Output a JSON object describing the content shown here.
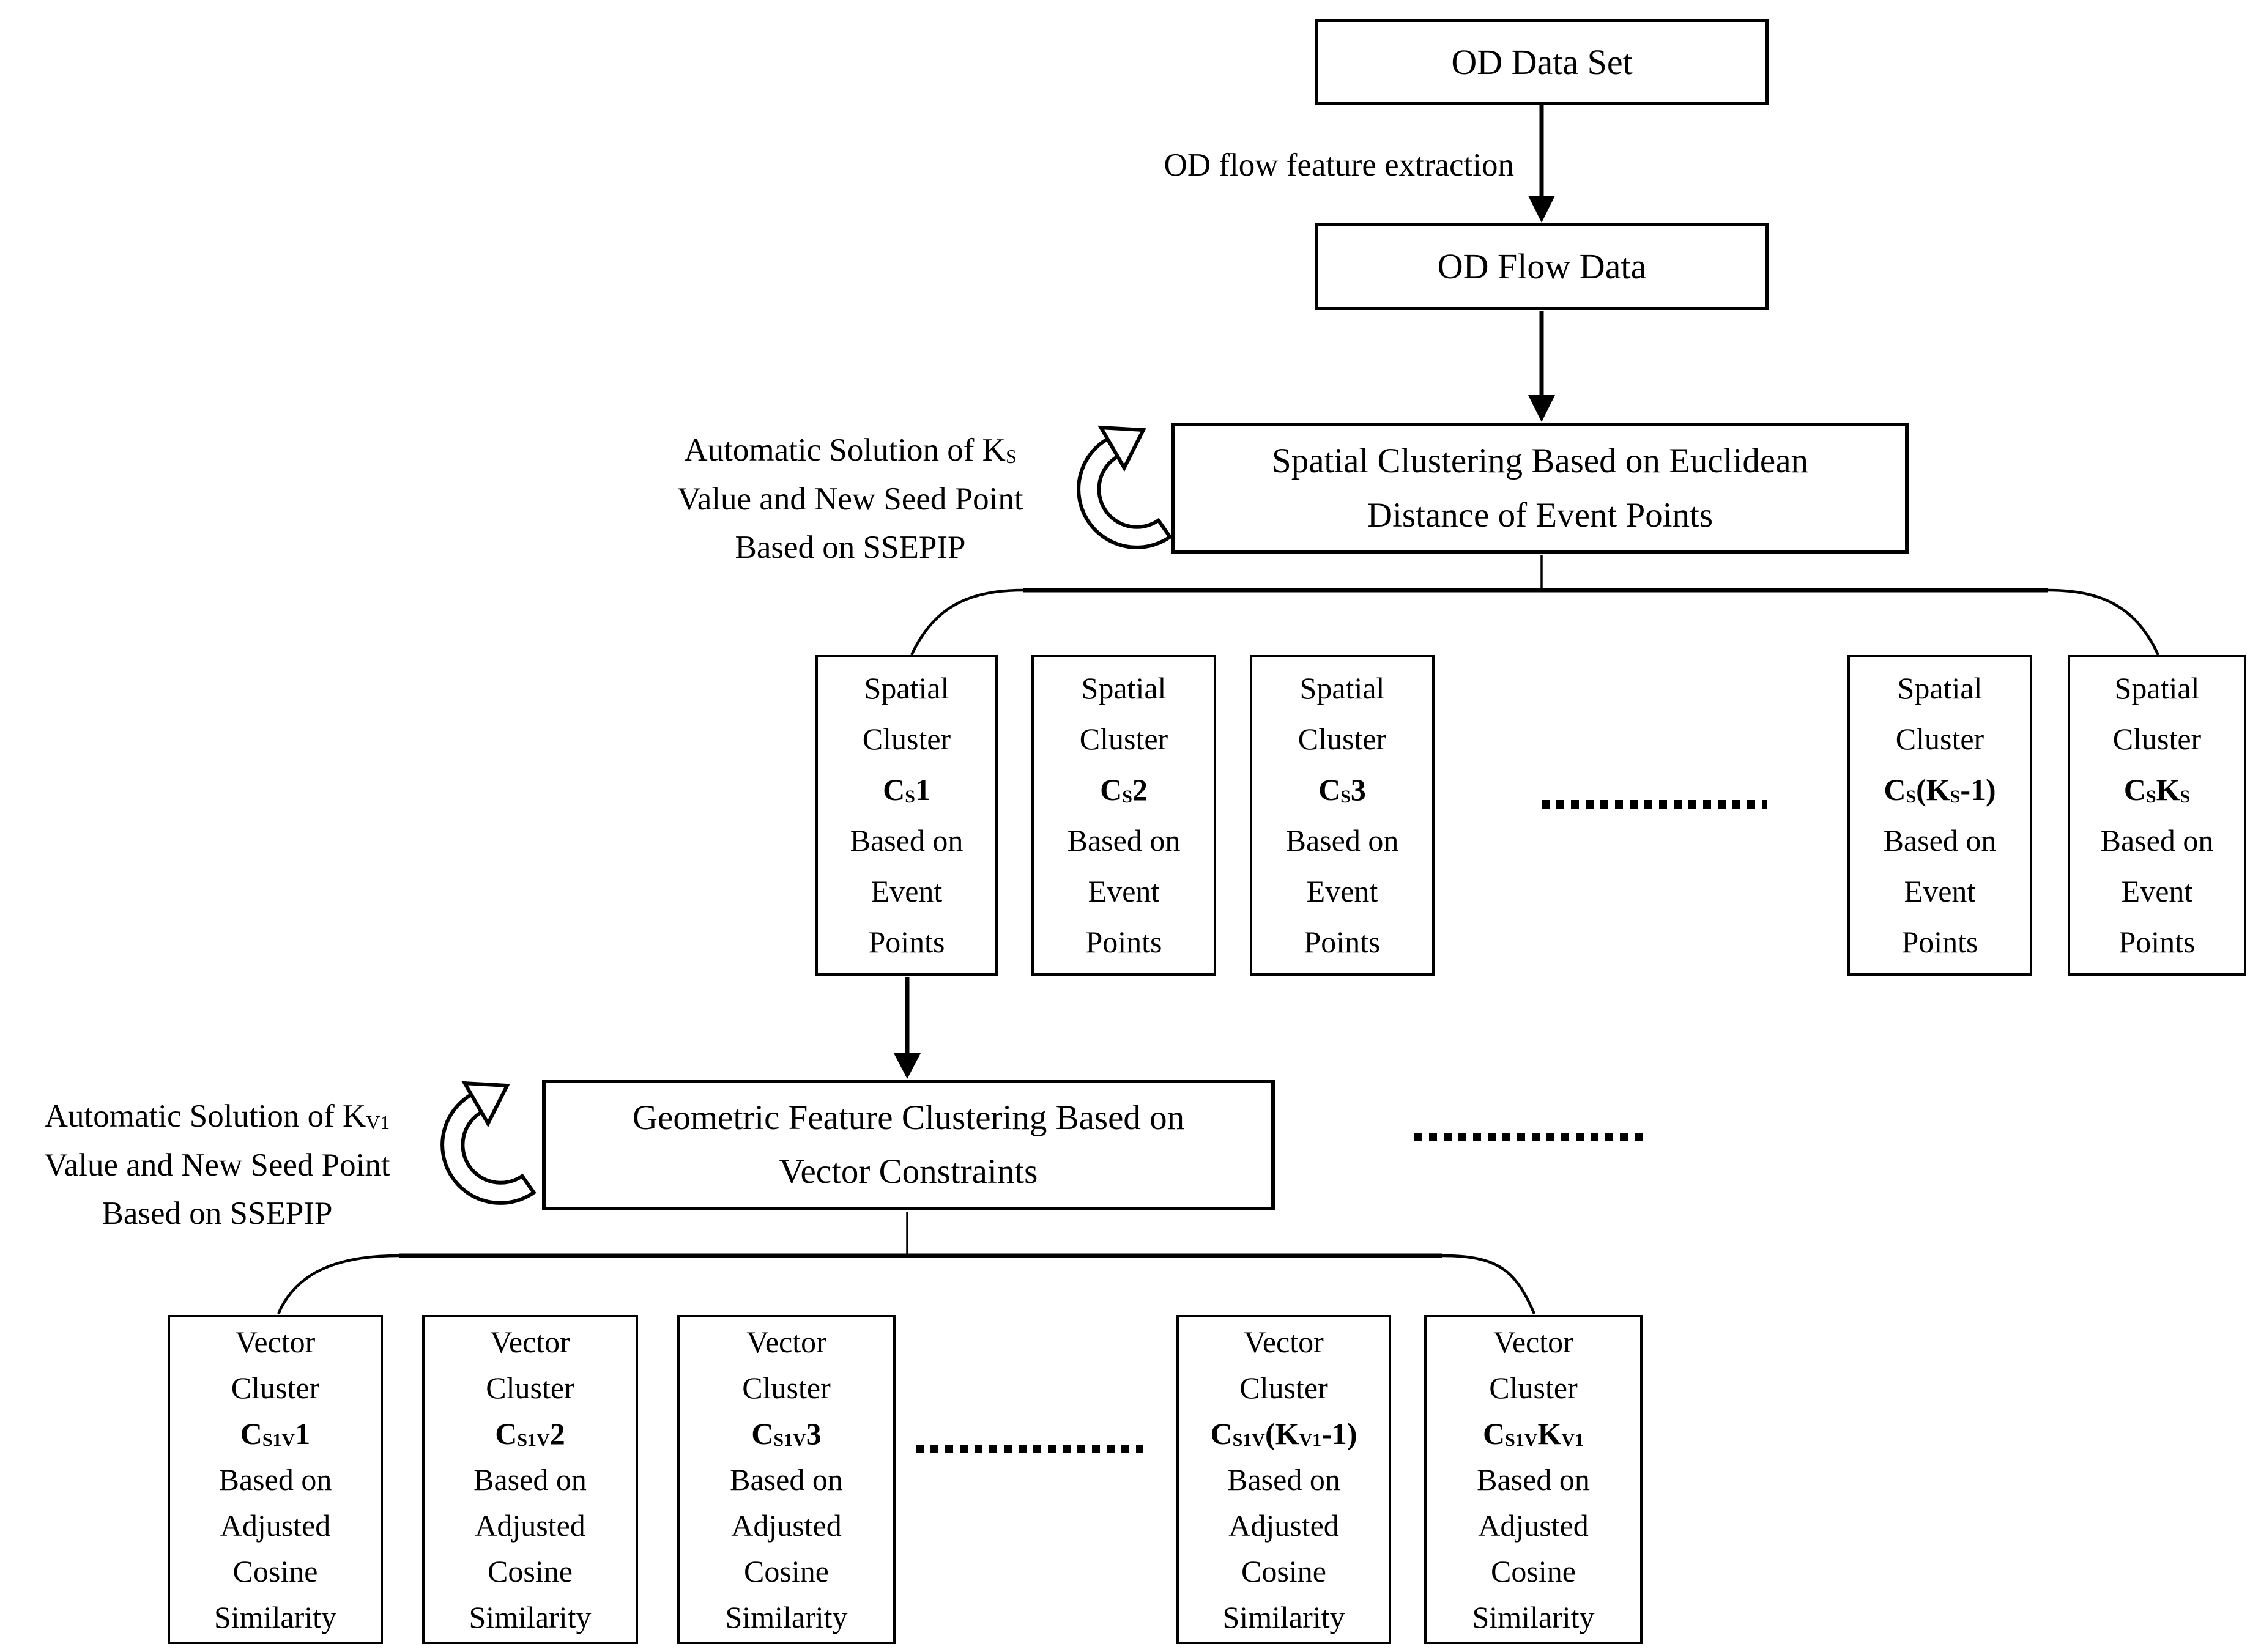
{
  "top_flow": {
    "od_data_set": "OD Data Set",
    "edge_label": "OD flow feature extraction",
    "od_flow_data": "OD Flow Data"
  },
  "spatial_stage": {
    "box": "Spatial Clustering Based on Euclidean\nDistance of Event Points",
    "annotation": [
      [
        {
          "t": "Automatic Solution of K"
        },
        {
          "t": "S",
          "sub": true
        }
      ],
      [
        {
          "t": "Value and New Seed Point"
        }
      ],
      [
        {
          "t": "Based on SSEPIP"
        }
      ]
    ]
  },
  "vector_stage": {
    "box": "Geometric Feature Clustering Based on\nVector Constraints",
    "annotation": [
      [
        {
          "t": "Automatic Solution of K"
        },
        {
          "t": "V1",
          "sub": true
        }
      ],
      [
        {
          "t": "Value and New Seed Point"
        }
      ],
      [
        {
          "t": "Based on SSEPIP"
        }
      ]
    ]
  },
  "spatial_clusters": [
    {
      "lines": [
        [
          {
            "t": "Spatial"
          }
        ],
        [
          {
            "t": "Cluster"
          }
        ],
        [
          {
            "t": "C",
            "b": true
          },
          {
            "t": "S",
            "sub": true,
            "b": true
          },
          {
            "t": "1",
            "b": true
          }
        ],
        [
          {
            "t": "Based on"
          }
        ],
        [
          {
            "t": "Event"
          }
        ],
        [
          {
            "t": "Points"
          }
        ]
      ]
    },
    {
      "lines": [
        [
          {
            "t": "Spatial"
          }
        ],
        [
          {
            "t": "Cluster"
          }
        ],
        [
          {
            "t": "C",
            "b": true
          },
          {
            "t": "S",
            "sub": true,
            "b": true
          },
          {
            "t": "2",
            "b": true
          }
        ],
        [
          {
            "t": "Based on"
          }
        ],
        [
          {
            "t": "Event"
          }
        ],
        [
          {
            "t": "Points"
          }
        ]
      ]
    },
    {
      "lines": [
        [
          {
            "t": "Spatial"
          }
        ],
        [
          {
            "t": "Cluster"
          }
        ],
        [
          {
            "t": "C",
            "b": true
          },
          {
            "t": "S",
            "sub": true,
            "b": true
          },
          {
            "t": "3",
            "b": true
          }
        ],
        [
          {
            "t": "Based on"
          }
        ],
        [
          {
            "t": "Event"
          }
        ],
        [
          {
            "t": "Points"
          }
        ]
      ]
    },
    {
      "lines": [
        [
          {
            "t": "Spatial"
          }
        ],
        [
          {
            "t": "Cluster"
          }
        ],
        [
          {
            "t": "C",
            "b": true
          },
          {
            "t": "S",
            "sub": true,
            "b": true
          },
          {
            "t": "(K",
            "b": true
          },
          {
            "t": "S",
            "sub": true,
            "b": true
          },
          {
            "t": "-1)",
            "b": true
          }
        ],
        [
          {
            "t": "Based on"
          }
        ],
        [
          {
            "t": "Event"
          }
        ],
        [
          {
            "t": "Points"
          }
        ]
      ]
    },
    {
      "lines": [
        [
          {
            "t": "Spatial"
          }
        ],
        [
          {
            "t": "Cluster"
          }
        ],
        [
          {
            "t": "C",
            "b": true
          },
          {
            "t": "S",
            "sub": true,
            "b": true
          },
          {
            "t": "K",
            "b": true
          },
          {
            "t": "S",
            "sub": true,
            "b": true
          }
        ],
        [
          {
            "t": "Based on"
          }
        ],
        [
          {
            "t": "Event"
          }
        ],
        [
          {
            "t": "Points"
          }
        ]
      ]
    }
  ],
  "vector_clusters": [
    {
      "lines": [
        [
          {
            "t": "Vector"
          }
        ],
        [
          {
            "t": "Cluster"
          }
        ],
        [
          {
            "t": "C",
            "b": true
          },
          {
            "t": "S1V",
            "sub": true,
            "b": true
          },
          {
            "t": "1",
            "b": true
          }
        ],
        [
          {
            "t": "Based on"
          }
        ],
        [
          {
            "t": "Adjusted"
          }
        ],
        [
          {
            "t": "Cosine"
          }
        ],
        [
          {
            "t": "Similarity"
          }
        ]
      ]
    },
    {
      "lines": [
        [
          {
            "t": "Vector"
          }
        ],
        [
          {
            "t": "Cluster"
          }
        ],
        [
          {
            "t": "C",
            "b": true
          },
          {
            "t": "S1V",
            "sub": true,
            "b": true
          },
          {
            "t": "2",
            "b": true
          }
        ],
        [
          {
            "t": "Based on"
          }
        ],
        [
          {
            "t": "Adjusted"
          }
        ],
        [
          {
            "t": "Cosine"
          }
        ],
        [
          {
            "t": "Similarity"
          }
        ]
      ]
    },
    {
      "lines": [
        [
          {
            "t": "Vector"
          }
        ],
        [
          {
            "t": "Cluster"
          }
        ],
        [
          {
            "t": "C",
            "b": true
          },
          {
            "t": "S1V",
            "sub": true,
            "b": true
          },
          {
            "t": "3",
            "b": true
          }
        ],
        [
          {
            "t": "Based on"
          }
        ],
        [
          {
            "t": "Adjusted"
          }
        ],
        [
          {
            "t": "Cosine"
          }
        ],
        [
          {
            "t": "Similarity"
          }
        ]
      ]
    },
    {
      "lines": [
        [
          {
            "t": "Vector"
          }
        ],
        [
          {
            "t": "Cluster"
          }
        ],
        [
          {
            "t": "C",
            "b": true
          },
          {
            "t": "S1V",
            "sub": true,
            "b": true
          },
          {
            "t": "(K",
            "b": true
          },
          {
            "t": "V1",
            "sub": true,
            "b": true
          },
          {
            "t": "-1)",
            "b": true
          }
        ],
        [
          {
            "t": "Based on"
          }
        ],
        [
          {
            "t": "Adjusted"
          }
        ],
        [
          {
            "t": "Cosine"
          }
        ],
        [
          {
            "t": "Similarity"
          }
        ]
      ]
    },
    {
      "lines": [
        [
          {
            "t": "Vector"
          }
        ],
        [
          {
            "t": "Cluster"
          }
        ],
        [
          {
            "t": "C",
            "b": true
          },
          {
            "t": "S1V",
            "sub": true,
            "b": true
          },
          {
            "t": "K",
            "b": true
          },
          {
            "t": "V1",
            "sub": true,
            "b": true
          }
        ],
        [
          {
            "t": "Based on"
          }
        ],
        [
          {
            "t": "Adjusted"
          }
        ],
        [
          {
            "t": "Cosine"
          }
        ],
        [
          {
            "t": "Similarity"
          }
        ]
      ]
    }
  ]
}
